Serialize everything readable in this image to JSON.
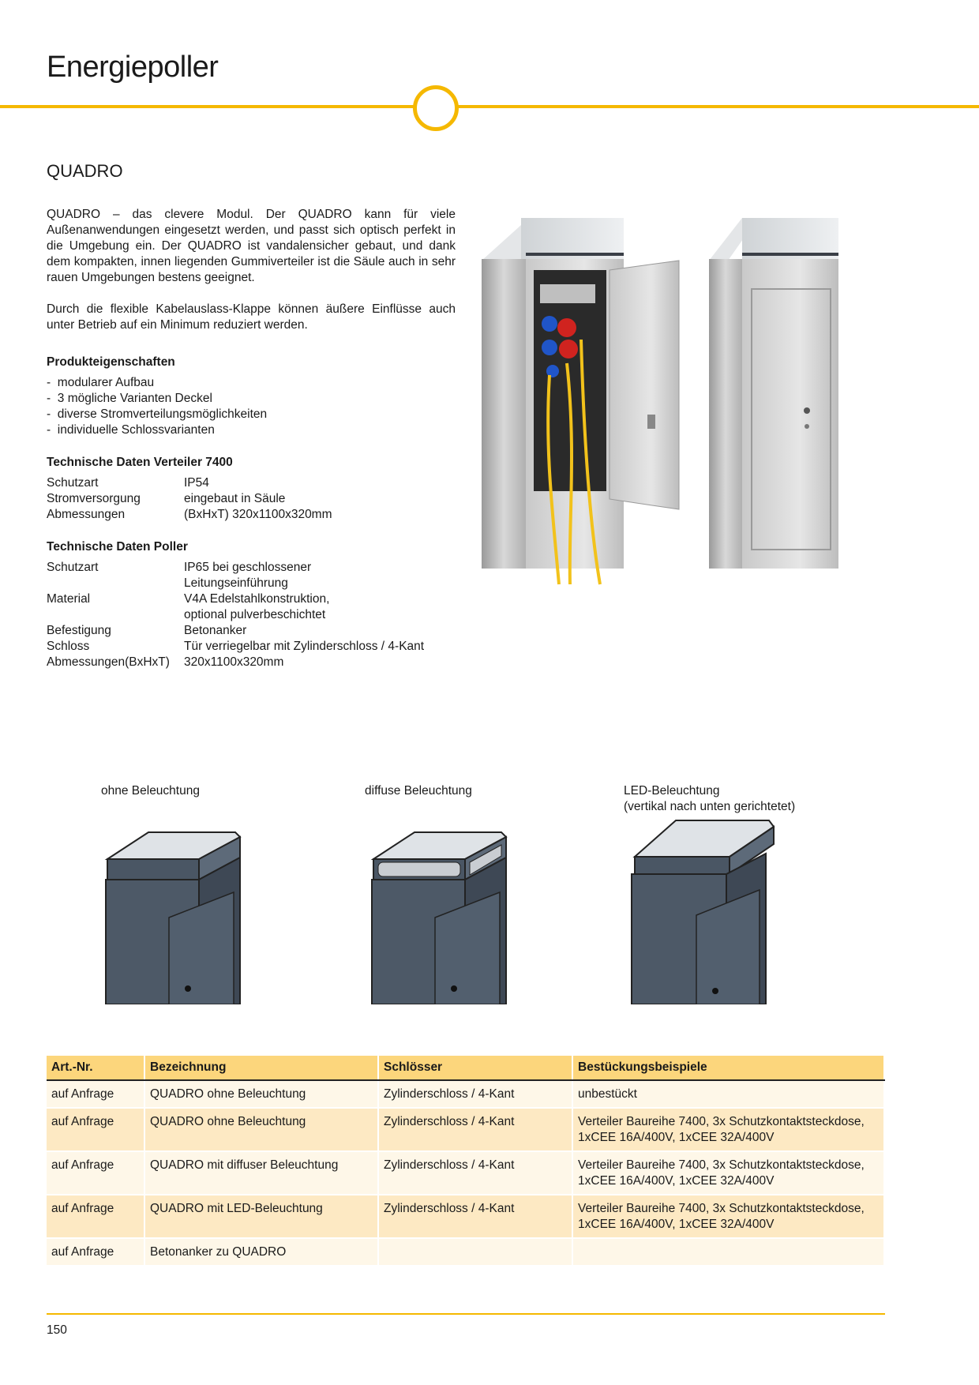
{
  "header": {
    "title": "Energiepoller"
  },
  "product": {
    "name": "QUADRO",
    "intro": [
      "QUADRO – das clevere Modul. Der QUADRO kann für viele Außenanwendungen eingesetzt werden, und passt sich optisch perfekt in die Umgebung ein. Der QUADRO ist vandalensicher gebaut, und dank dem kompakten, innen liegenden Gummiverteiler ist die Säule auch in sehr rauen Umgebungen bestens geeignet.",
      "Durch die flexible Kabelauslass-Klappe können äußere Einflüsse auch unter Betrieb auf ein Minimum reduziert werden."
    ]
  },
  "properties": {
    "heading": "Produkteigenschaften",
    "items": [
      "modularer Aufbau",
      "3 mögliche Varianten Deckel",
      "diverse Stromverteilungsmöglichkeiten",
      "individuelle Schlossvarianten"
    ]
  },
  "tech_verteiler": {
    "heading": "Technische Daten Verteiler 7400",
    "rows": [
      {
        "key": "Schutzart",
        "value": "IP54"
      },
      {
        "key": "Stromversorgung",
        "value": "eingebaut in Säule"
      },
      {
        "key": "Abmessungen",
        "value": "(BxHxT) 320x1100x320mm"
      }
    ]
  },
  "tech_poller": {
    "heading": "Technische Daten Poller",
    "rows": [
      {
        "key": "Schutzart",
        "value": "IP65 bei geschlossener",
        "value2": "Leitungseinführung"
      },
      {
        "key": "Material",
        "value": "V4A Edelstahlkonstruktion,",
        "value2": "optional pulverbeschichtet"
      },
      {
        "key": "Befestigung",
        "value": "Betonanker"
      },
      {
        "key": "Schloss",
        "value": "Tür verriegelbar mit Zylinderschloss / 4-Kant"
      },
      {
        "key": "Abmessungen(BxHxT)",
        "value": "320x1100x320mm"
      }
    ]
  },
  "variants": [
    {
      "label": "ohne Beleuchtung"
    },
    {
      "label": "diffuse Beleuchtung"
    },
    {
      "label": "LED-Beleuchtung",
      "label2": "(vertikal nach unten gerichtetet)"
    }
  ],
  "table": {
    "headers": [
      "Art.-Nr.",
      "Bezeichnung",
      "Schlösser",
      "Bestückungsbeispiele"
    ],
    "rows": [
      {
        "art": "auf Anfrage",
        "name": "QUADRO ohne Beleuchtung",
        "lock": "Zylinderschloss / 4-Kant",
        "equip": "unbestückt",
        "equip2": ""
      },
      {
        "art": "auf Anfrage",
        "name": "QUADRO ohne Beleuchtung",
        "lock": "Zylinderschloss / 4-Kant",
        "equip": "Verteiler Baureihe 7400, 3x Schutzkontaktsteckdose,",
        "equip2": "1xCEE 16A/400V, 1xCEE 32A/400V"
      },
      {
        "art": "auf Anfrage",
        "name": "QUADRO mit diffuser Beleuchtung",
        "lock": "Zylinderschloss / 4-Kant",
        "equip": "Verteiler Baureihe 7400, 3x Schutzkontaktsteckdose,",
        "equip2": "1xCEE 16A/400V, 1xCEE 32A/400V"
      },
      {
        "art": "auf Anfrage",
        "name": "QUADRO mit LED-Beleuchtung",
        "lock": "Zylinderschloss / 4-Kant",
        "equip": "Verteiler Baureihe 7400, 3x Schutzkontaktsteckdose,",
        "equip2": "1xCEE 16A/400V, 1xCEE 32A/400V"
      },
      {
        "art": "auf Anfrage",
        "name": "Betonanker zu QUADRO",
        "lock": "",
        "equip": "",
        "equip2": ""
      }
    ]
  },
  "footer": {
    "page_number": "150"
  },
  "colors": {
    "accent": "#f5b800",
    "table_header": "#fcd67c",
    "row_light": "#fef7e8",
    "row_dark": "#fde9c3"
  }
}
